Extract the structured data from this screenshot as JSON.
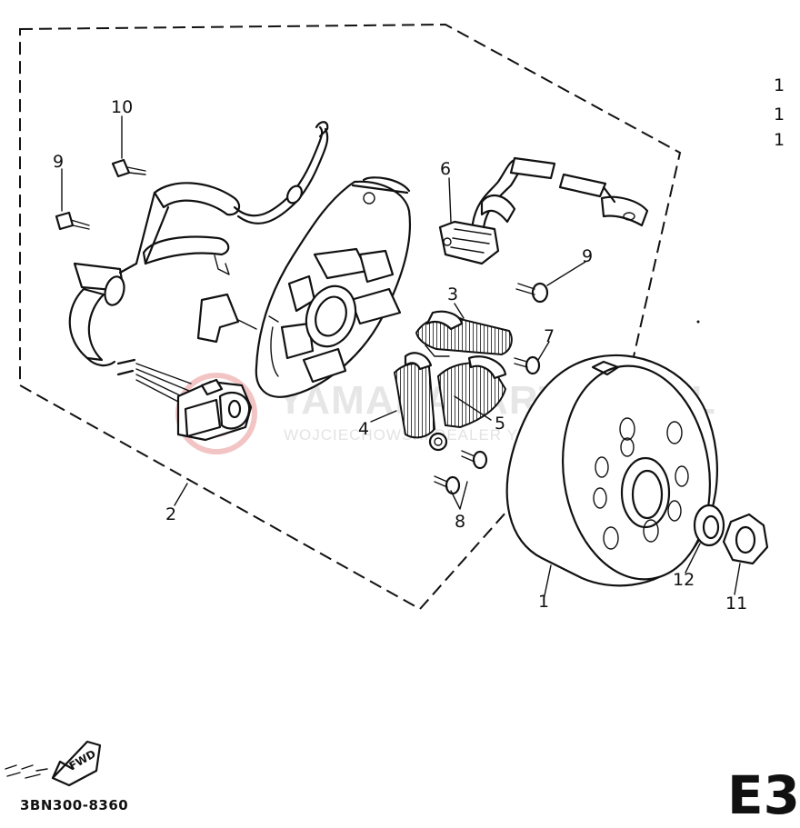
{
  "diagram": {
    "callouts": [
      {
        "id": "1",
        "label": "1"
      },
      {
        "id": "2",
        "label": "2"
      },
      {
        "id": "3",
        "label": "3"
      },
      {
        "id": "4",
        "label": "4"
      },
      {
        "id": "5",
        "label": "5"
      },
      {
        "id": "6",
        "label": "6"
      },
      {
        "id": "7",
        "label": "7"
      },
      {
        "id": "8",
        "label": "8"
      },
      {
        "id": "9a",
        "label": "9"
      },
      {
        "id": "9b",
        "label": "9"
      },
      {
        "id": "10",
        "label": "10"
      },
      {
        "id": "11",
        "label": "11"
      },
      {
        "id": "12",
        "label": "12"
      }
    ],
    "edge_marks": [
      "1",
      "1",
      "1"
    ],
    "fwd_label": "FWD",
    "part_number": "3BN300-8360",
    "page_code": "E3",
    "watermark": {
      "line1": "YAMAHAPARTNER.PL",
      "line2": "WOJCIECHOWSKI DEALER YAMAHA"
    }
  }
}
